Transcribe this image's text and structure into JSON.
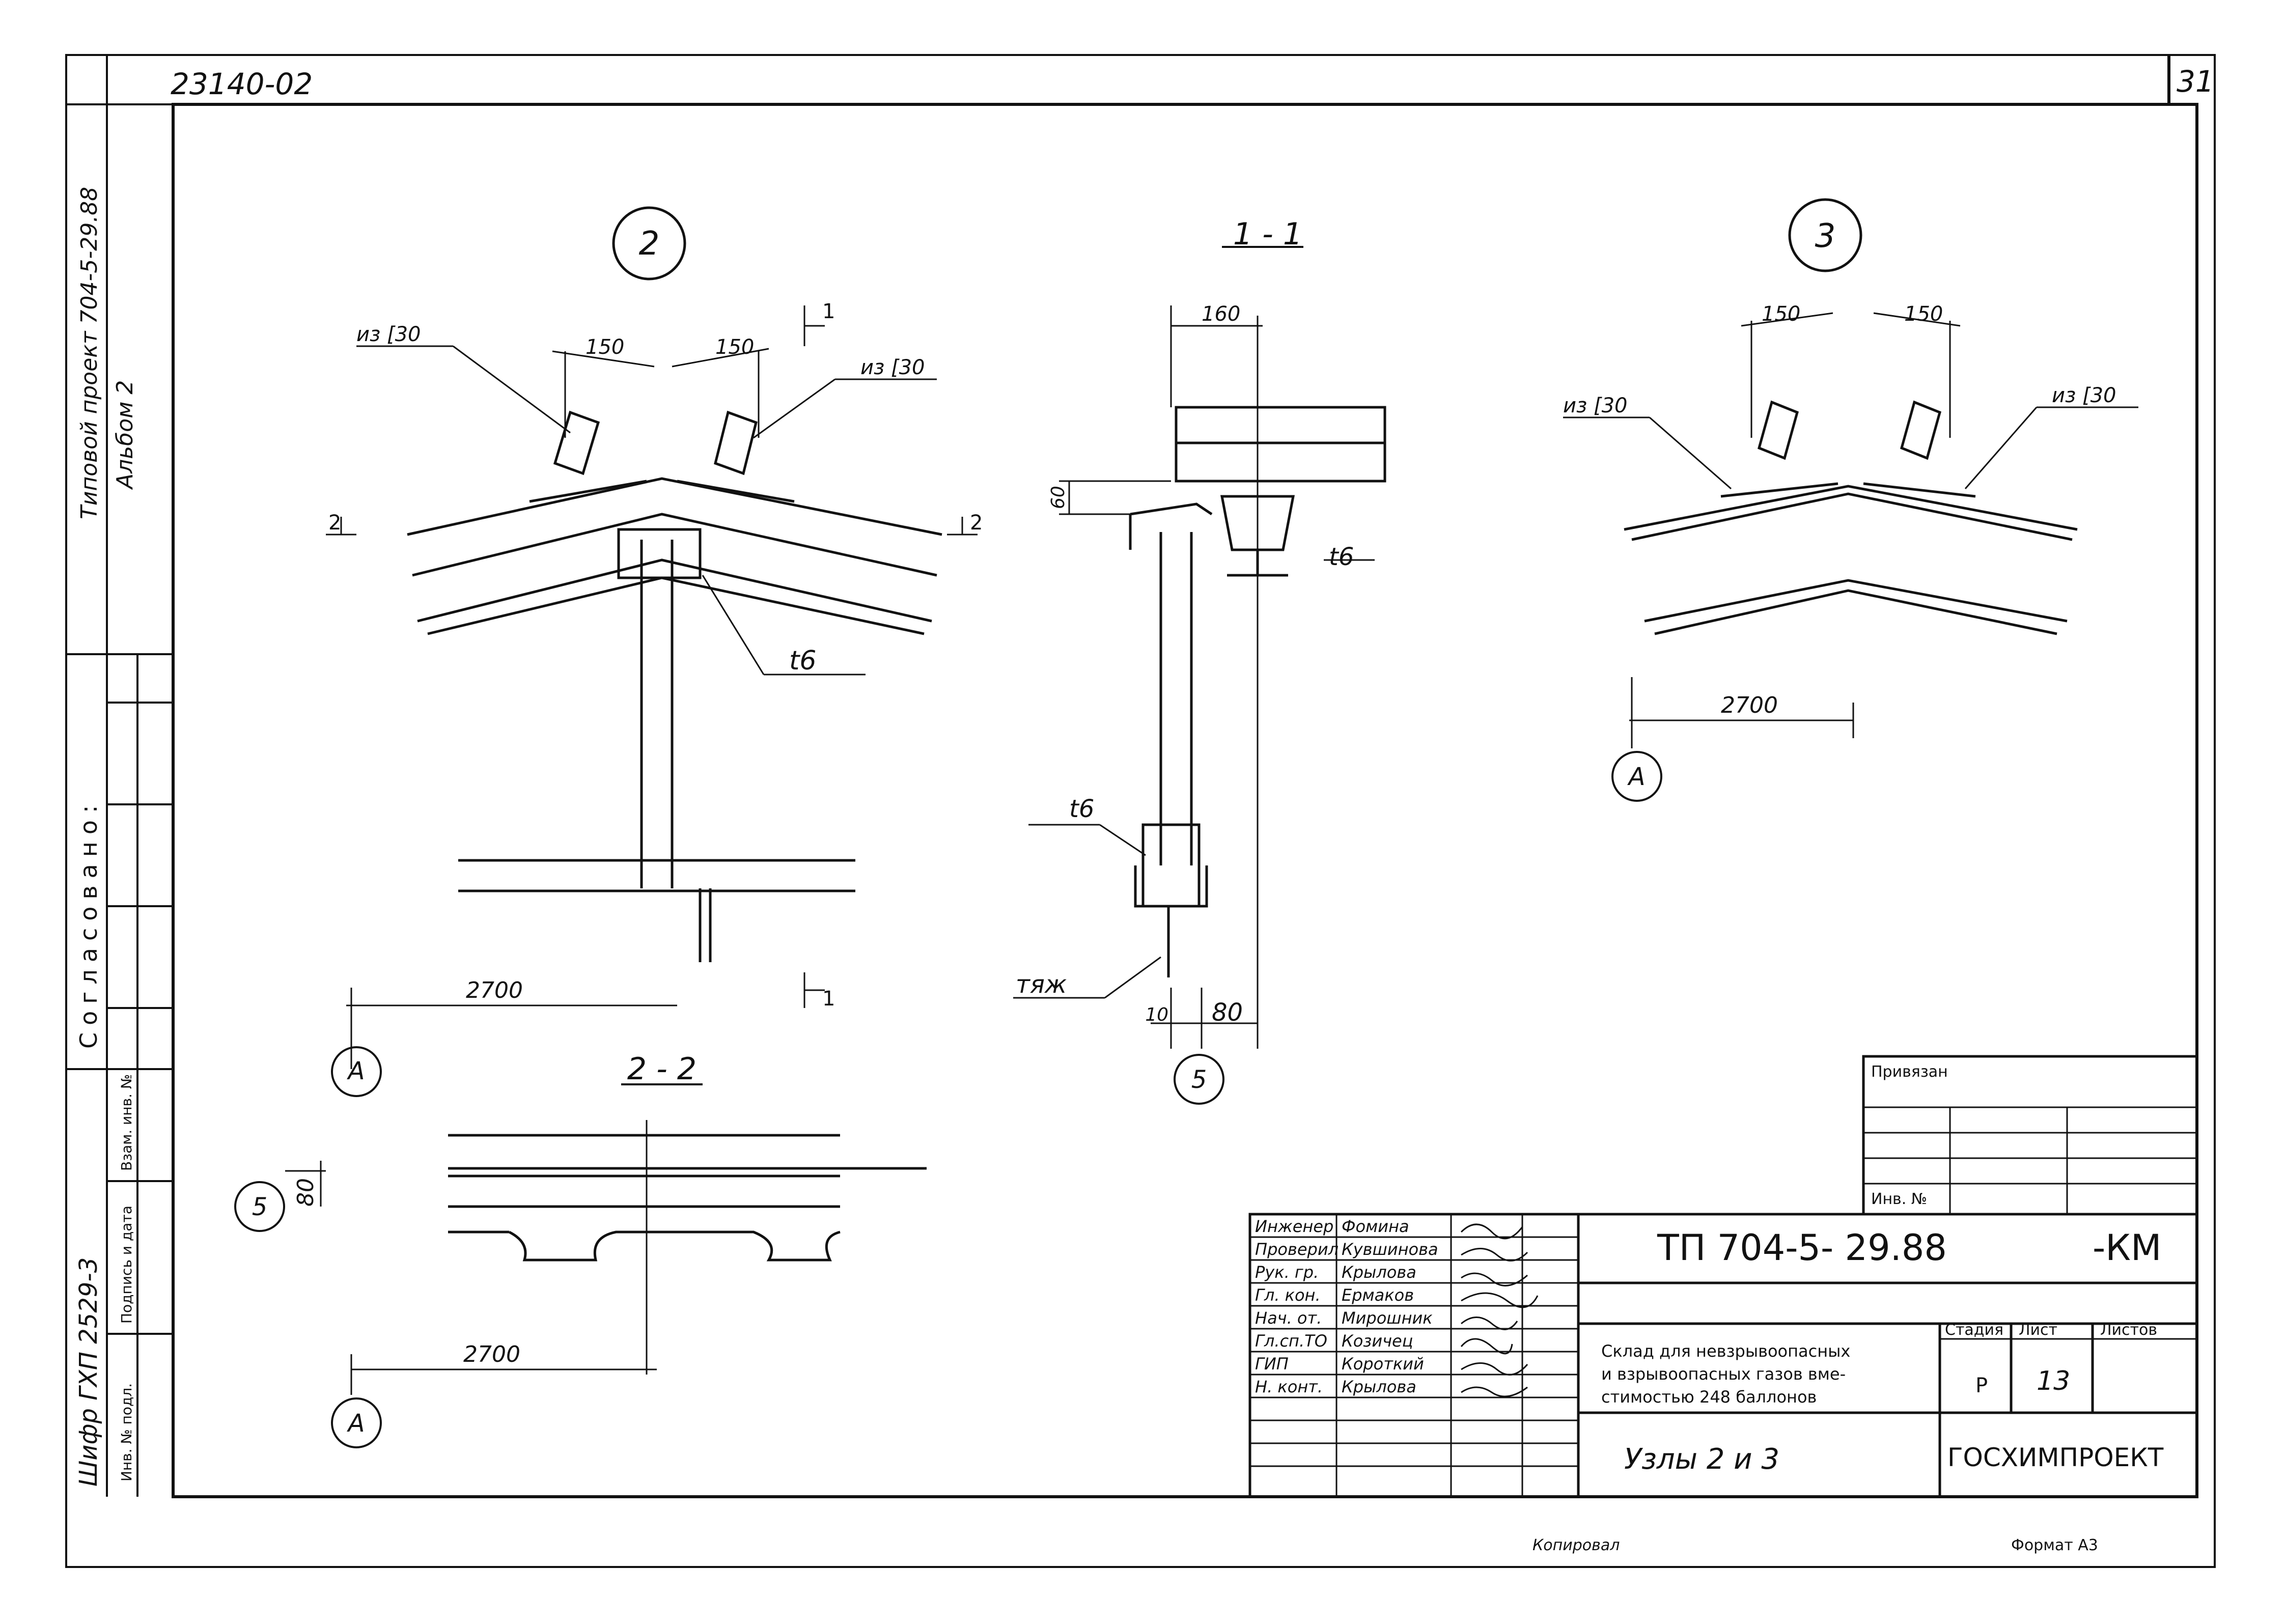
{
  "header": {
    "top_code": "23140-02",
    "sheet_corner_number": "31",
    "side_project": "Типовой проект 704-5-29.88",
    "side_album": "Альбом 2",
    "side_agreed": "Согласовано:",
    "side_cipher": "Шифр ГХП 2529-3",
    "side_col1": "Взам. инв. №",
    "side_col2": "Подпись и дата",
    "side_col3": "Инв. № подл."
  },
  "drawing": {
    "node2": {
      "title": "2",
      "from_c30_left": "из [30",
      "from_c30_right": "из [30",
      "dim_150_left": "150",
      "dim_150_right": "150",
      "plate": "t6",
      "dim_2700": "2700",
      "axis": "А",
      "section_2": "2",
      "section_1": "1"
    },
    "section11": {
      "title": "1 - 1",
      "dim_160": "160",
      "dim_60": "60",
      "plate_top": "t6",
      "plate_bottom": "t6",
      "tie": "тяж",
      "dim_10": "10",
      "dim_80": "80",
      "axis": "5"
    },
    "node3": {
      "title": "3",
      "from_c30_left": "из [30",
      "from_c30_right": "из [30",
      "dim_150_left": "150",
      "dim_150_right": "150",
      "dim_2700": "2700",
      "axis": "А"
    },
    "section22": {
      "title": "2 - 2",
      "dim_80": "80",
      "axis_5": "5",
      "dim_2700": "2700",
      "axis_a": "А"
    }
  },
  "title_block": {
    "binding_label": "Привязан",
    "inv_label": "Инв. №",
    "roles": [
      {
        "role": "Инженер",
        "name": "Фомина"
      },
      {
        "role": "Проверил",
        "name": "Кувшинова"
      },
      {
        "role": "Рук. гр.",
        "name": "Крылова"
      },
      {
        "role": "Гл. кон.",
        "name": "Ермаков"
      },
      {
        "role": "Нач. от.",
        "name": "Мирошник"
      },
      {
        "role": "Гл.сп.ТО",
        "name": "Козичец"
      },
      {
        "role": "ГИП",
        "name": "Короткий"
      },
      {
        "role": "Н. конт.",
        "name": "Крылова"
      }
    ],
    "doc_code": "ТП 704-5- 29.88",
    "doc_suffix": "-КМ",
    "object_line1": "Склад для невзрывоопасных",
    "object_line2": "и взрывоопасных газов вме-",
    "object_line3": "стимостью 248 баллонов",
    "sheet_title": "Узлы 2 и 3",
    "stage_label": "Стадия",
    "sheet_label": "Лист",
    "sheets_label": "Листов",
    "stage_value": "Р",
    "sheet_value": "13",
    "organization": "ГОСХИМПРОЕКТ"
  },
  "footer": {
    "copied": "Копировал",
    "format": "Формат А3"
  }
}
